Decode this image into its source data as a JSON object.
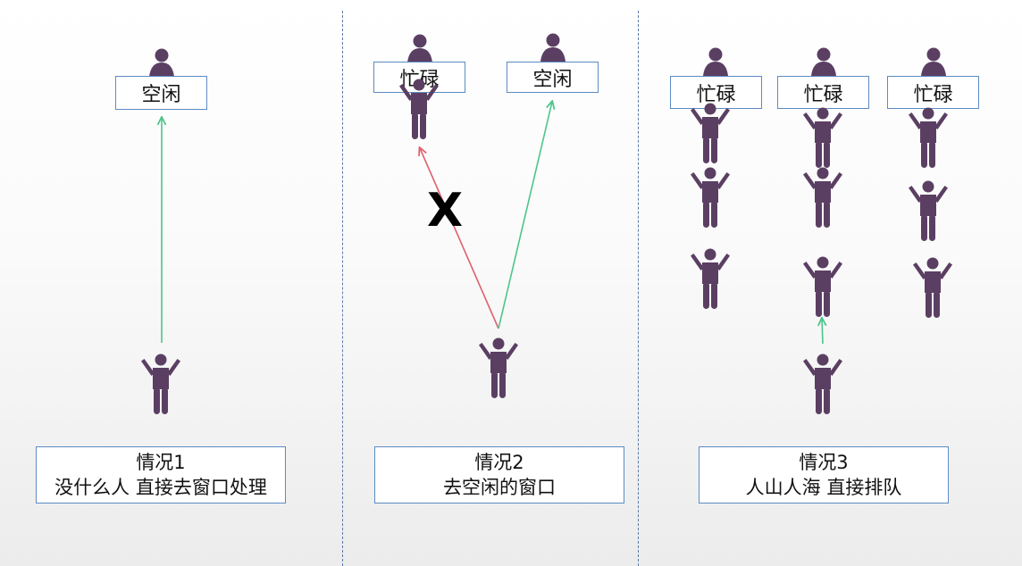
{
  "colors": {
    "figure": "#5b3f63",
    "box_border": "#5b8bc4",
    "ok_arrow": "#4ec48b",
    "blocked_arrow": "#e06070",
    "divider": "#5a7aa6"
  },
  "icons": {
    "clerk": "clerk-icon",
    "person": "person-arms-raised-icon",
    "arrow": "arrow-icon",
    "blocked": "x-mark-icon"
  },
  "case1": {
    "window_label": "空闲",
    "caption_line1": "情况1",
    "caption_line2": "没什么人 直接去窗口处理"
  },
  "case2": {
    "busy_label": "忙碌",
    "idle_label": "空闲",
    "blocked_mark": "X",
    "caption_line1": "情况2",
    "caption_line2": "去空闲的窗口"
  },
  "case3": {
    "window1_label": "忙碌",
    "window2_label": "忙碌",
    "window3_label": "忙碌",
    "caption_line1": "情况3",
    "caption_line2": "人山人海 直接排队"
  }
}
